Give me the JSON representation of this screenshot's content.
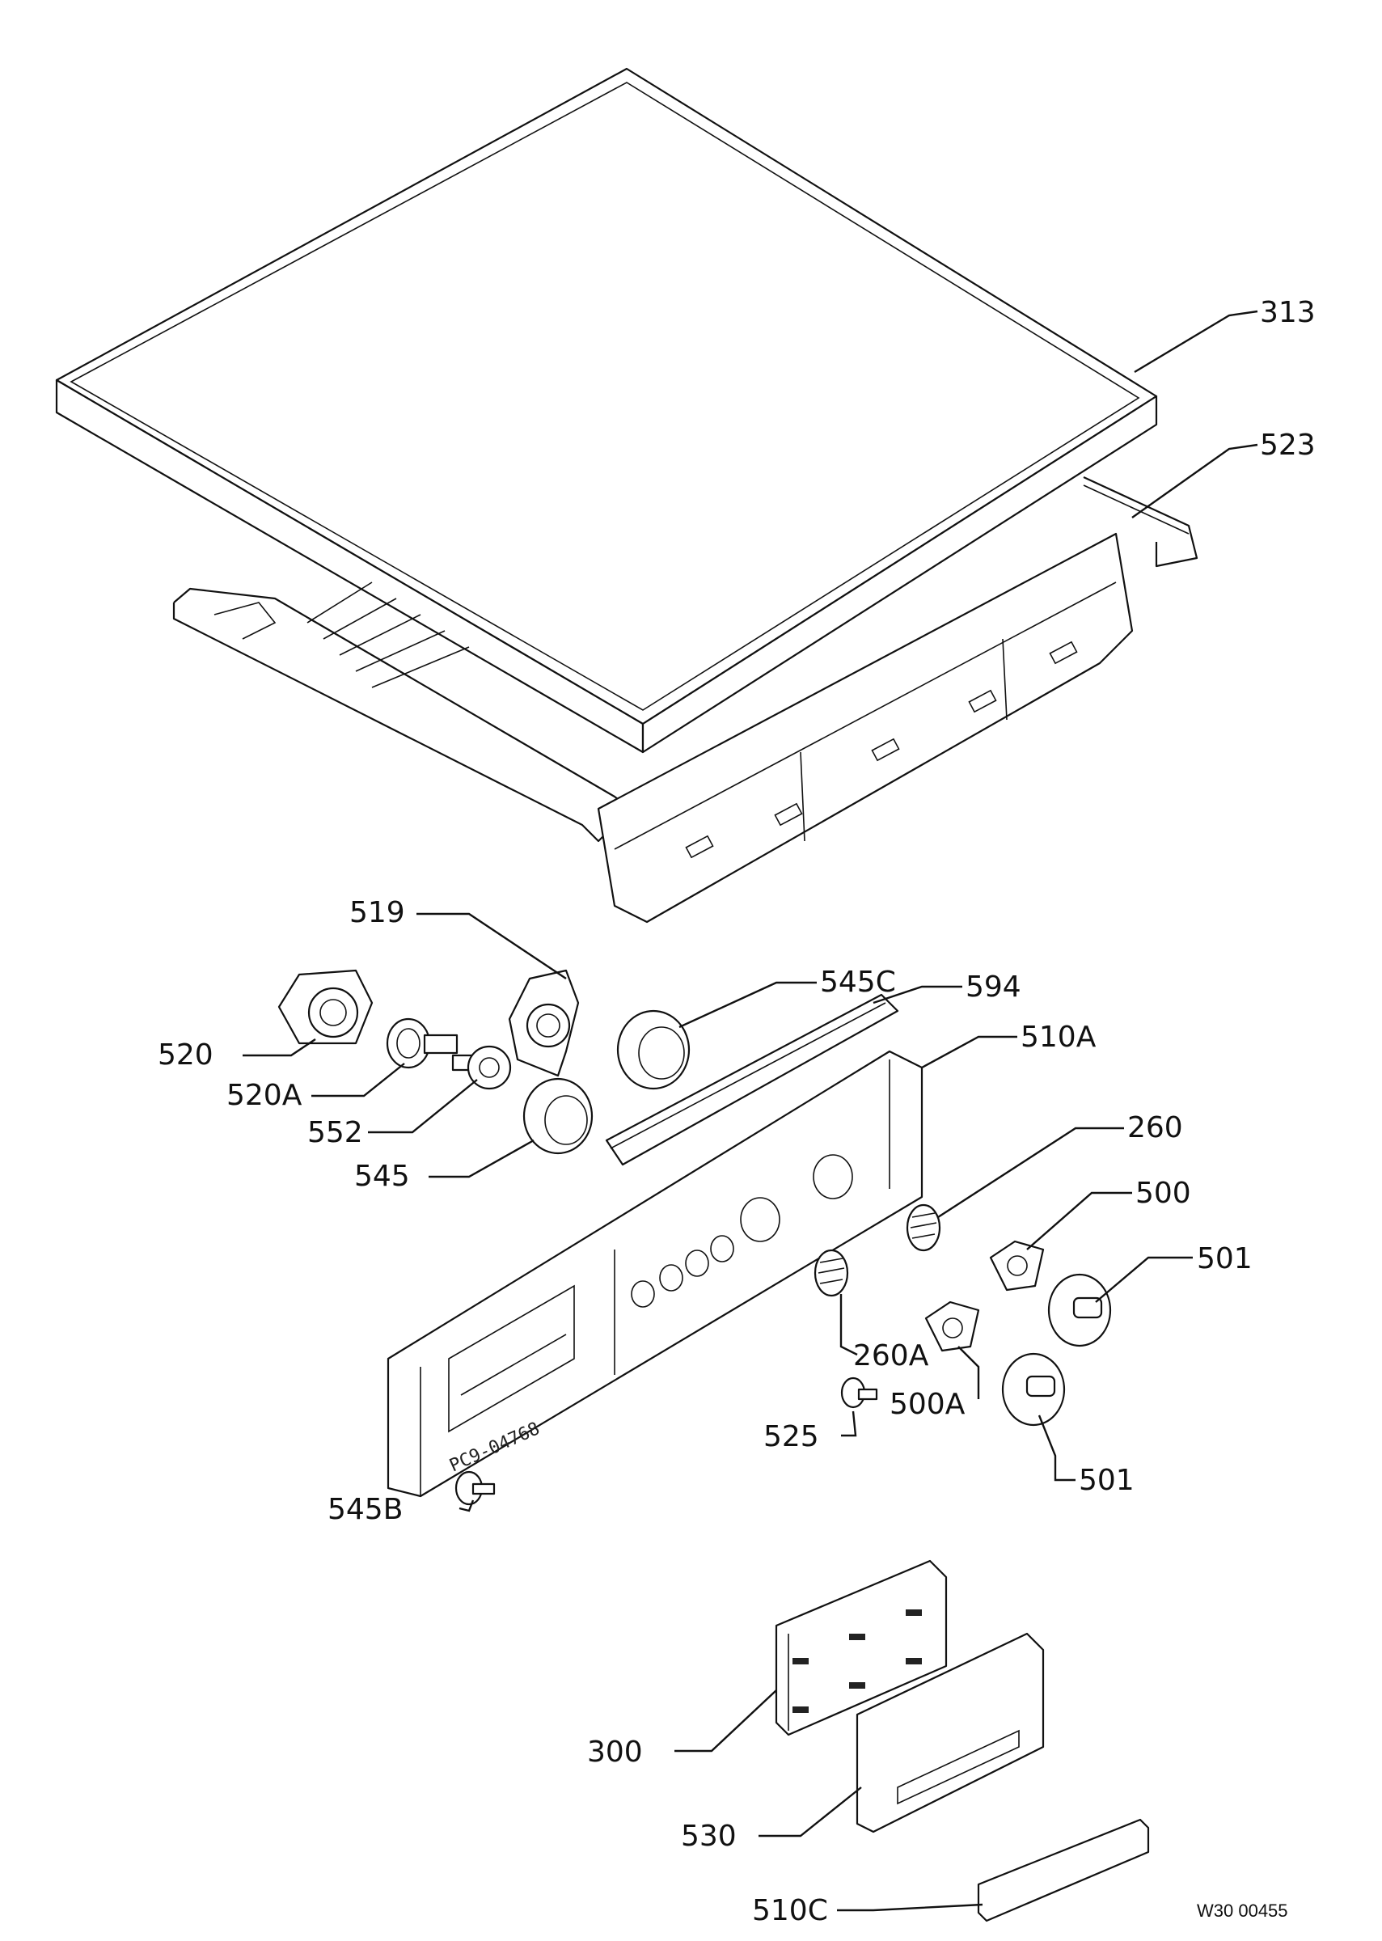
{
  "document_ref": "W30 00455",
  "handwritten_note": "PC9-04768",
  "colors": {
    "line": "#111111",
    "background": "#ffffff"
  },
  "callouts": [
    {
      "id": "c-313",
      "label": "313"
    },
    {
      "id": "c-523",
      "label": "523"
    },
    {
      "id": "c-519",
      "label": "519"
    },
    {
      "id": "c-545C",
      "label": "545C"
    },
    {
      "id": "c-594",
      "label": "594"
    },
    {
      "id": "c-520",
      "label": "520"
    },
    {
      "id": "c-510A",
      "label": "510A"
    },
    {
      "id": "c-520A",
      "label": "520A"
    },
    {
      "id": "c-552",
      "label": "552"
    },
    {
      "id": "c-260",
      "label": "260"
    },
    {
      "id": "c-545",
      "label": "545"
    },
    {
      "id": "c-500",
      "label": "500"
    },
    {
      "id": "c-501a",
      "label": "501"
    },
    {
      "id": "c-260A",
      "label": "260A"
    },
    {
      "id": "c-500A",
      "label": "500A"
    },
    {
      "id": "c-525",
      "label": "525"
    },
    {
      "id": "c-501b",
      "label": "501"
    },
    {
      "id": "c-545B",
      "label": "545B"
    },
    {
      "id": "c-300",
      "label": "300"
    },
    {
      "id": "c-530",
      "label": "530"
    },
    {
      "id": "c-510C",
      "label": "510C"
    }
  ]
}
